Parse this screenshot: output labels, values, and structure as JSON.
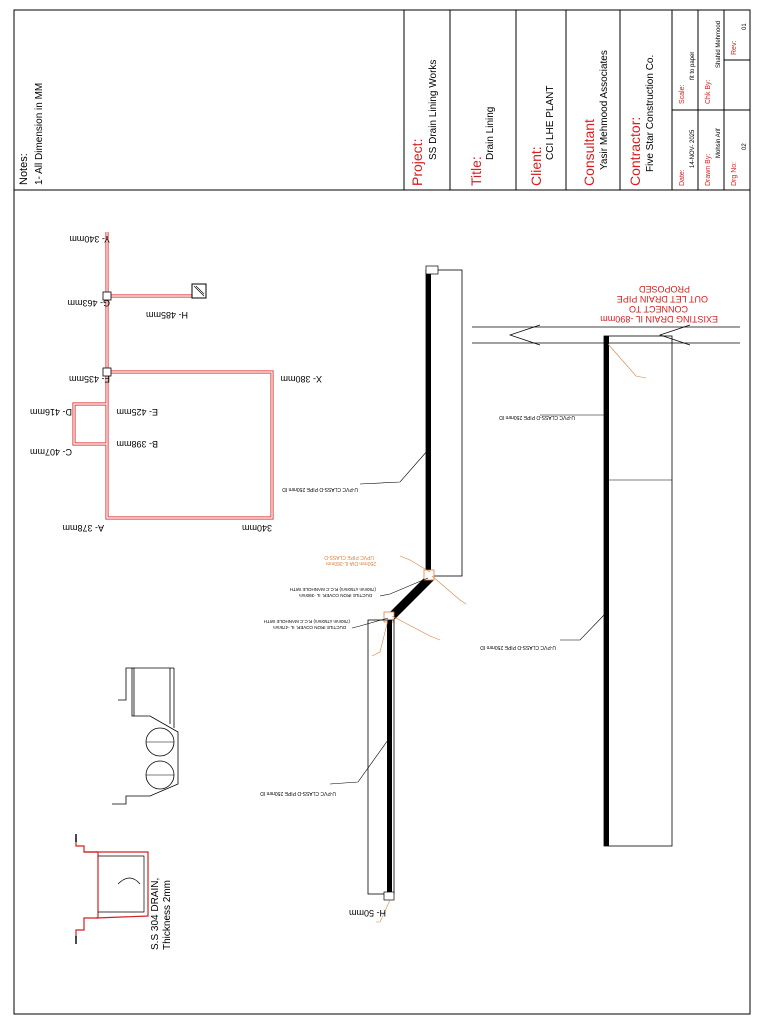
{
  "title_block": {
    "notes_heading": "Notes:",
    "notes_line": "1- All Dimension in MM",
    "project_label": "Project:",
    "project_value": "SS Drain Lining Works",
    "title_label": "Title:",
    "title_value": "Drain Lining",
    "client_label": "Client:",
    "client_value": "CCI LHE PLANT",
    "consultant_label": "Consultant",
    "consultant_value": "Yasir Mehmood Associates",
    "contractor_label": "Contractor:",
    "contractor_value": "Five Star Construction Co.",
    "date_label": "Date:",
    "date_value": "14-NOV- 2025",
    "scale_label": "Scale:",
    "scale_value": "fit to paper",
    "drawn_label": "Drawn By:",
    "drawn_value": "Mohsin Arif",
    "chk_label": "Chk By:",
    "chk_value": "Shahid Mehmood",
    "dwg_label": "Drg No:",
    "dwg_value": "02",
    "rev_label": "Rev:",
    "rev_value": "01"
  },
  "key_plan": {
    "labels": {
      "y": "Y- 340mm",
      "g": "G- 463mm",
      "h": "H- 485mm",
      "f": "F- 435mm",
      "x": "X- 380mm",
      "d": "D- 416mm",
      "e": "E- 425mm",
      "c": "C- 407mm",
      "b": "B- 398mm",
      "a": "A- 378mm",
      "end": "340mm"
    }
  },
  "layout": {
    "proposed": [
      "PROPOSED",
      "OUT LET DRAIN PIPE",
      "CONNECT TO",
      "EXISTING DRAIN IL -890mm"
    ],
    "pipe_left_1": "U-PVC CLASS-D PIPE 250mm ID",
    "pipe_right_1": "U-PVC CLASS-D PIPE 250mm ID",
    "pipe_right_2": "U-PVC CLASS-D PIPE 250mm ID",
    "pipe_left_2": "U-PVC CLASS-D PIPE 250mm ID",
    "upvc_note": "UPVC PIPE CLASS-D",
    "upvc_il": "250mm DIA IL-360mm",
    "manhole_1": [
      "(750mm x750mm) R.C.C MANHOLE WITH",
      "DUCTILE IRON COVER. IL -390mm"
    ],
    "manhole_2": [
      "(750mm x750mm) R.C.C MANHOLE WITH",
      "DUCTILE IRON COVER. IL -475mm"
    ],
    "h_end": "H- 50mm"
  },
  "section": {
    "title": "S.S 304 DRAIN,",
    "subtitle": "Thickness 2mm"
  }
}
